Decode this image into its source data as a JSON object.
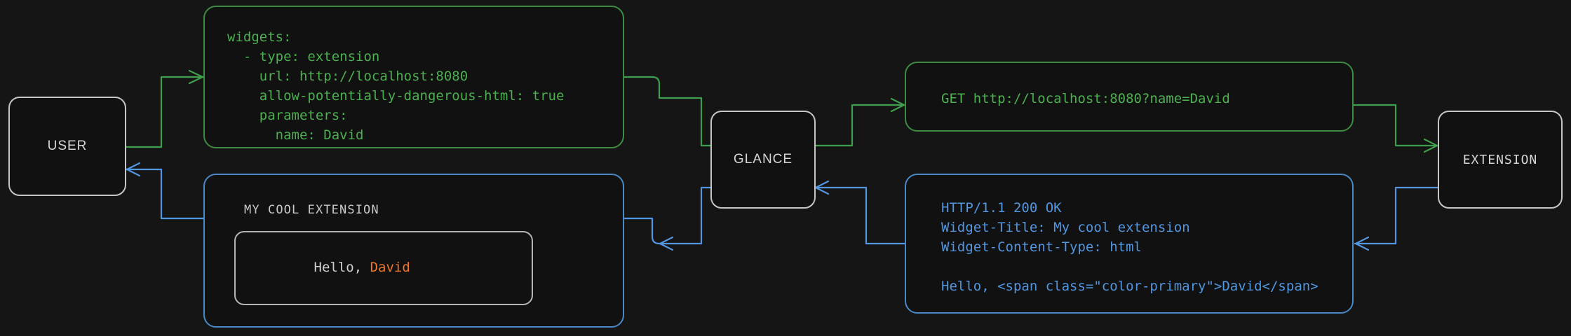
{
  "colors": {
    "background": "#151515",
    "panel_fill": "#111111",
    "node_border": "#c6c6c6",
    "node_text": "#d6d6d6",
    "request_green": "#4caf50",
    "request_green_border": "#3c8c42",
    "response_blue": "#5396e0",
    "response_blue_border": "#4a89c8",
    "accent_orange": "#f0772b",
    "widget_text": "#d0d0d0"
  },
  "nodes": {
    "user": {
      "label": "USER"
    },
    "glance": {
      "label": "GLANCE"
    },
    "extension": {
      "label": "EXTENSION"
    }
  },
  "panels": {
    "config": {
      "flow": "request",
      "lines": [
        "widgets:",
        "  - type: extension",
        "    url: http://localhost:8080",
        "    allow-potentially-dangerous-html: true",
        "    parameters:",
        "      name: David"
      ]
    },
    "http_request": {
      "flow": "request",
      "lines": [
        "GET http://localhost:8080?name=David"
      ]
    },
    "http_response": {
      "flow": "response",
      "lines": [
        "HTTP/1.1 200 OK",
        "Widget-Title: My cool extension",
        "Widget-Content-Type: html",
        "",
        "Hello, <span class=\"color-primary\">David</span>"
      ]
    },
    "rendered_widget": {
      "flow": "response",
      "title": "MY COOL EXTENSION",
      "body_prefix": "Hello, ",
      "body_accent": "David"
    }
  },
  "edges": [
    {
      "name": "user-to-config",
      "flow": "request"
    },
    {
      "name": "config-to-glance",
      "flow": "request"
    },
    {
      "name": "glance-to-http-request",
      "flow": "request"
    },
    {
      "name": "http-request-to-extension",
      "flow": "request"
    },
    {
      "name": "extension-to-http-response",
      "flow": "response"
    },
    {
      "name": "http-response-to-glance",
      "flow": "response"
    },
    {
      "name": "glance-to-rendered-widget",
      "flow": "response"
    },
    {
      "name": "rendered-widget-to-user",
      "flow": "response"
    }
  ]
}
